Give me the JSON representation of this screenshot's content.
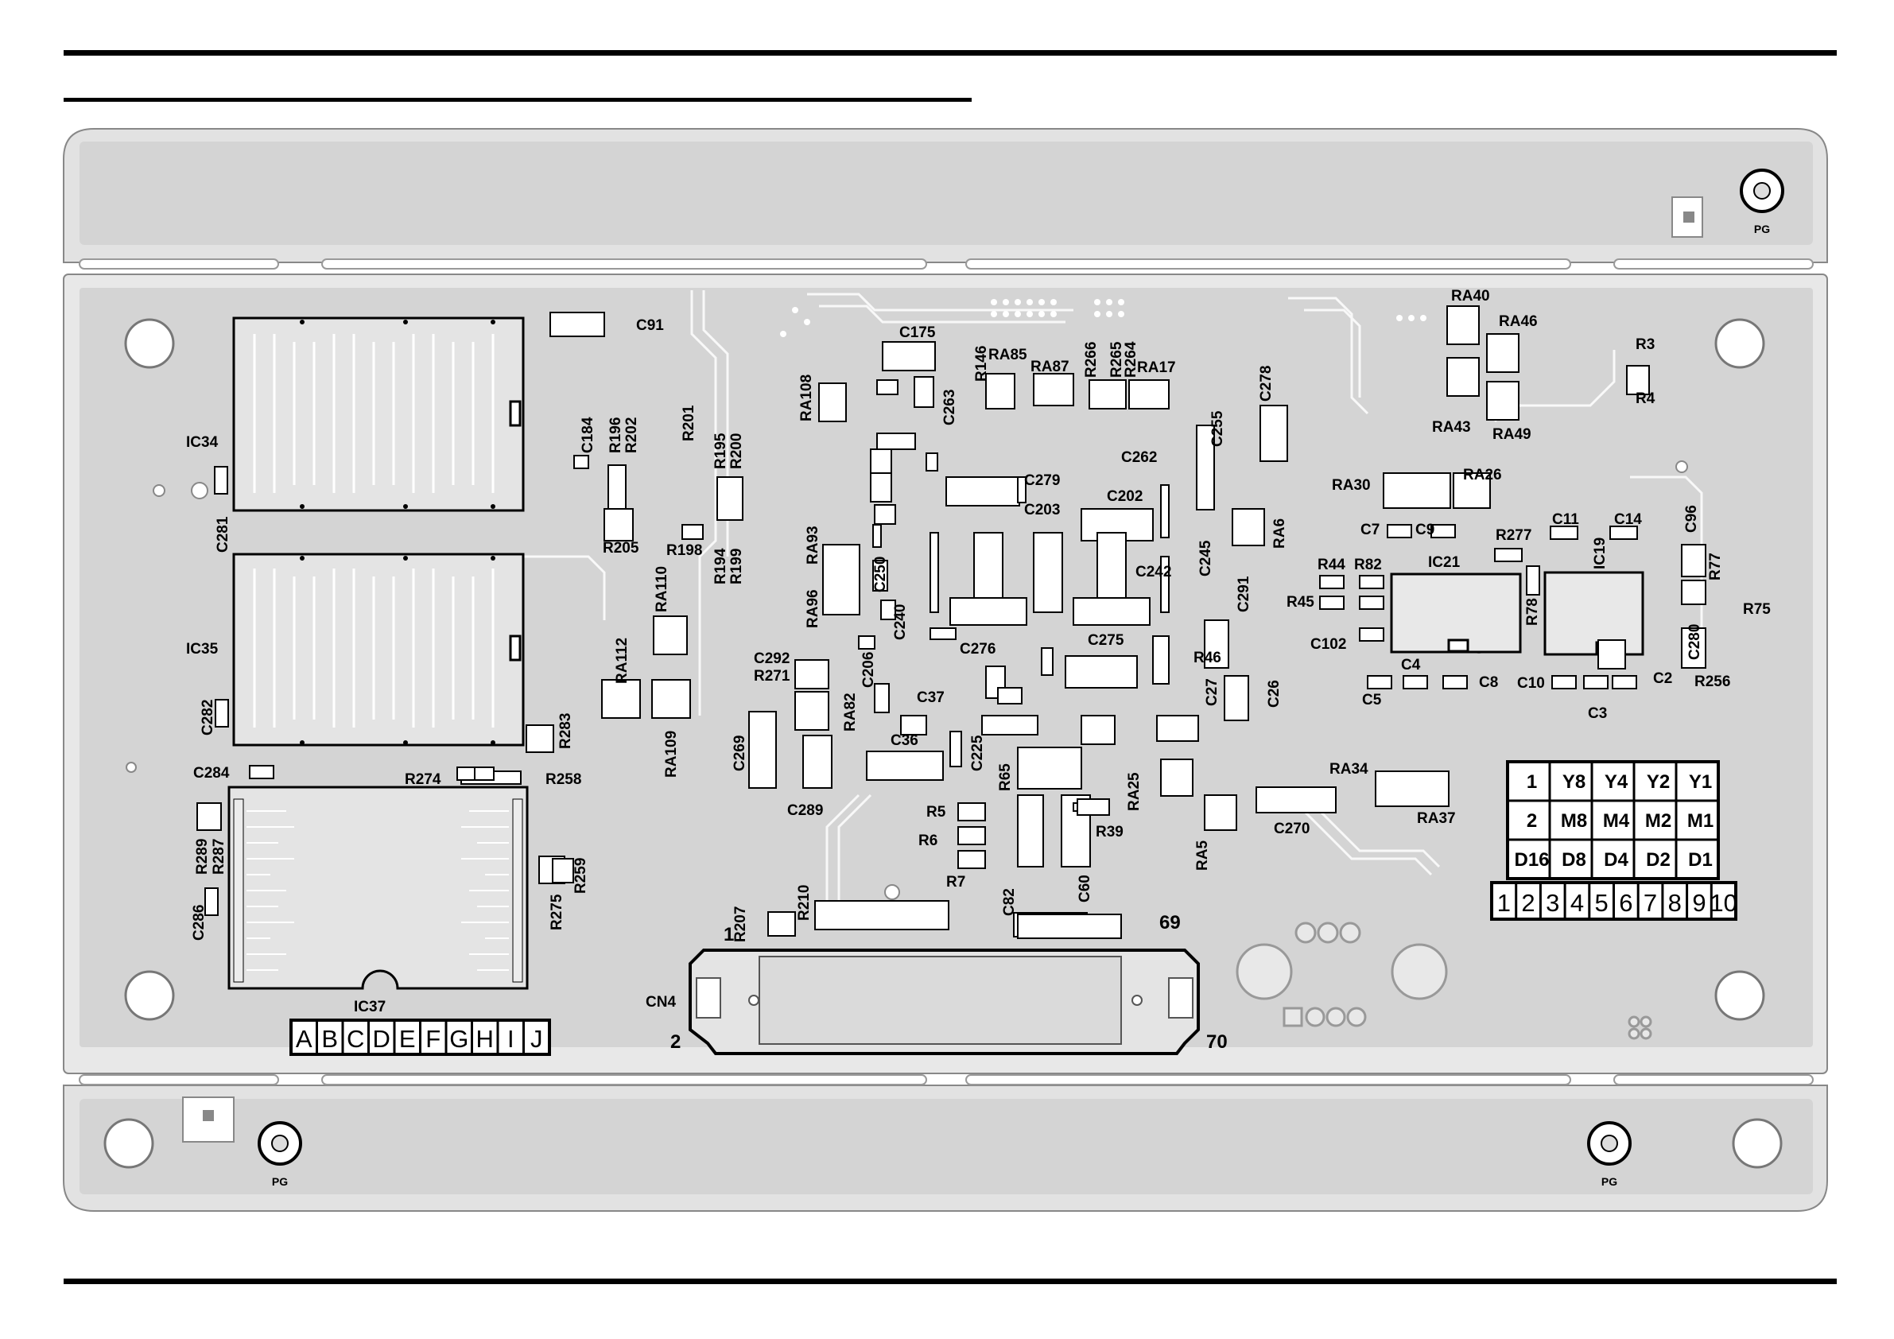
{
  "header_rules": [
    "full-width-rule",
    "half-width-rule"
  ],
  "pcb": {
    "mounting_mark": "PG",
    "ic_labels": {
      "ic34": "IC34",
      "ic35": "IC35",
      "ic37": "IC37",
      "ic21": "IC21",
      "ic19": "IC19"
    },
    "connector": {
      "name": "CN4",
      "pin_1": "1",
      "pin_2": "2",
      "pin_69": "69",
      "pin_70": "70"
    },
    "jumper_letters": [
      "A",
      "B",
      "C",
      "D",
      "E",
      "F",
      "G",
      "H",
      "I",
      "J"
    ],
    "dip_table": {
      "rows": [
        [
          "1",
          "Y8",
          "Y4",
          "Y2",
          "Y1"
        ],
        [
          "2",
          "M8",
          "M4",
          "M2",
          "M1"
        ],
        [
          "D16",
          "D8",
          "D4",
          "D2",
          "D1"
        ]
      ],
      "digits": [
        "1",
        "2",
        "3",
        "4",
        "5",
        "6",
        "7",
        "8",
        "9",
        "10"
      ]
    },
    "labels_horizontal": [
      "C91",
      "C175",
      "RA85",
      "RA87",
      "RA17",
      "C279",
      "C203",
      "C202",
      "C262",
      "C242",
      "C276",
      "C275",
      "C292",
      "R271",
      "C37",
      "C36",
      "C289",
      "R5",
      "R6",
      "R7",
      "R39",
      "C270",
      "RA34",
      "RA37",
      "RA40",
      "RA46",
      "RA43",
      "RA49",
      "RA30",
      "RA26",
      "R3",
      "R4",
      "C7",
      "C9",
      "C11",
      "C14",
      "R277",
      "R44",
      "R82",
      "R45",
      "C102",
      "C4",
      "C5",
      "C8",
      "C10",
      "C2",
      "C3",
      "R75",
      "R256",
      "R205",
      "R198",
      "R274",
      "R258",
      "R46",
      "C284"
    ],
    "labels_vertical": [
      "C281",
      "C282",
      "R283",
      "C184",
      "R196",
      "R202",
      "R201",
      "R195",
      "R200",
      "R194",
      "R199",
      "RA110",
      "RA112",
      "RA109",
      "RA108",
      "RA93",
      "RA96",
      "C250",
      "C240",
      "R146",
      "C263",
      "R266",
      "R265",
      "R264",
      "C255",
      "C278",
      "C245",
      "C291",
      "RA6",
      "C27",
      "C26",
      "C206",
      "RA82",
      "C269",
      "C225",
      "R65",
      "RA25",
      "RA5",
      "C82",
      "C60",
      "R207",
      "R210",
      "R289",
      "R287",
      "C286",
      "R275",
      "R259",
      "C96",
      "R77",
      "R78",
      "C280"
    ]
  }
}
